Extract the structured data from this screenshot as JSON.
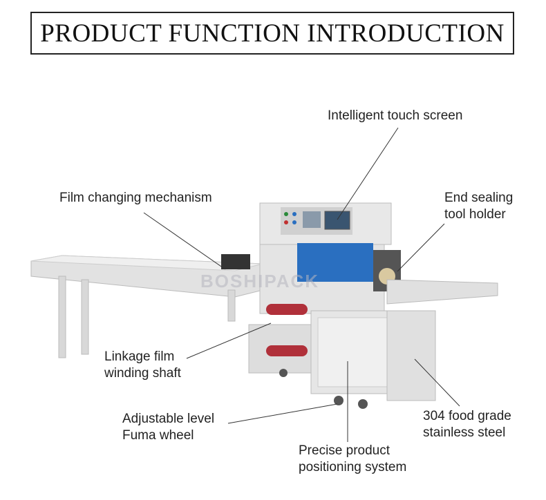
{
  "title": "PRODUCT FUNCTION INTRODUCTION",
  "watermark": "BOSHIPACK",
  "labels": {
    "touch_screen": "Intelligent touch screen",
    "film_changing": "Film changing mechanism",
    "end_sealing_1": "End sealing",
    "end_sealing_2": "tool holder",
    "linkage_1": "Linkage film",
    "linkage_2": "winding shaft",
    "wheel_1": "Adjustable level",
    "wheel_2": "Fuma wheel",
    "positioning_1": "Precise product",
    "positioning_2": "positioning system",
    "steel_1": "304 food grade",
    "steel_2": "stainless steel"
  },
  "colors": {
    "machine": "#e4e4e4",
    "accent_blue": "#2a6fc0",
    "roller_red": "#b0303a"
  }
}
